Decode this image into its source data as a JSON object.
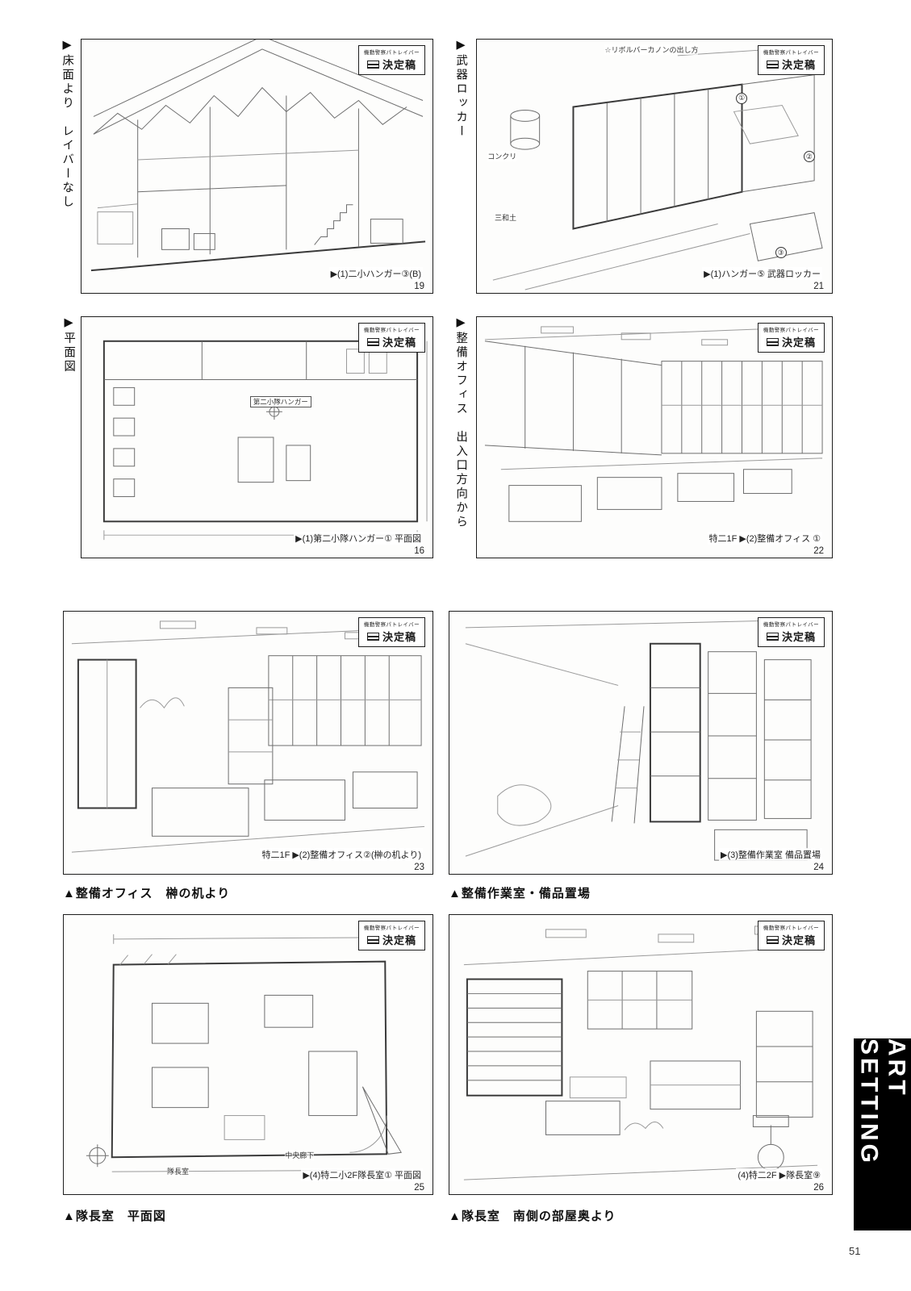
{
  "page": {
    "number": "51",
    "sidebar_title": "ART SETTING"
  },
  "stamp": {
    "series": "機動警察パトレイバー",
    "label": "決定稿"
  },
  "panels": [
    {
      "side_label": "▶床面より　レイバーなし",
      "caption": "▶(1)二小ハンガー③(B)",
      "number": "19"
    },
    {
      "side_label": "▶武器ロッカー",
      "caption": "▶(1)ハンガー⑤ 武器ロッカー",
      "number": "21",
      "annotations": {
        "howto": "☆リボルバーカノンの出し方",
        "concrete": "コンクリ",
        "tataki": "三和土",
        "step1": "①",
        "step2": "②",
        "step3": "③"
      }
    },
    {
      "side_label": "▶平面図",
      "caption": "▶(1)第二小隊ハンガー① 平面図",
      "number": "16",
      "annotations": {
        "room": "第二小隊ハンガー"
      }
    },
    {
      "side_label": "▶整備オフィス　出入口方向から",
      "caption": "特二1F ▶(2)整備オフィス ①",
      "number": "22"
    },
    {
      "caption": "特二1F ▶(2)整備オフィス②(榊の机より)",
      "number": "23",
      "below_caption": "▲整備オフィス　榊の机より"
    },
    {
      "caption": "▶(3)整備作業室 備品置場",
      "number": "24",
      "below_caption": "▲整備作業室・備品置場"
    },
    {
      "caption": "▶(4)特二小2F隊長室① 平面図",
      "number": "25",
      "below_caption": "▲隊長室　平面図",
      "annotations": {
        "corridor": "中央廊下",
        "room": "隊長室"
      }
    },
    {
      "caption": "(4)特二2F ▶隊長室⑨",
      "number": "26",
      "below_caption": "▲隊長室　南側の部屋奥より"
    }
  ]
}
